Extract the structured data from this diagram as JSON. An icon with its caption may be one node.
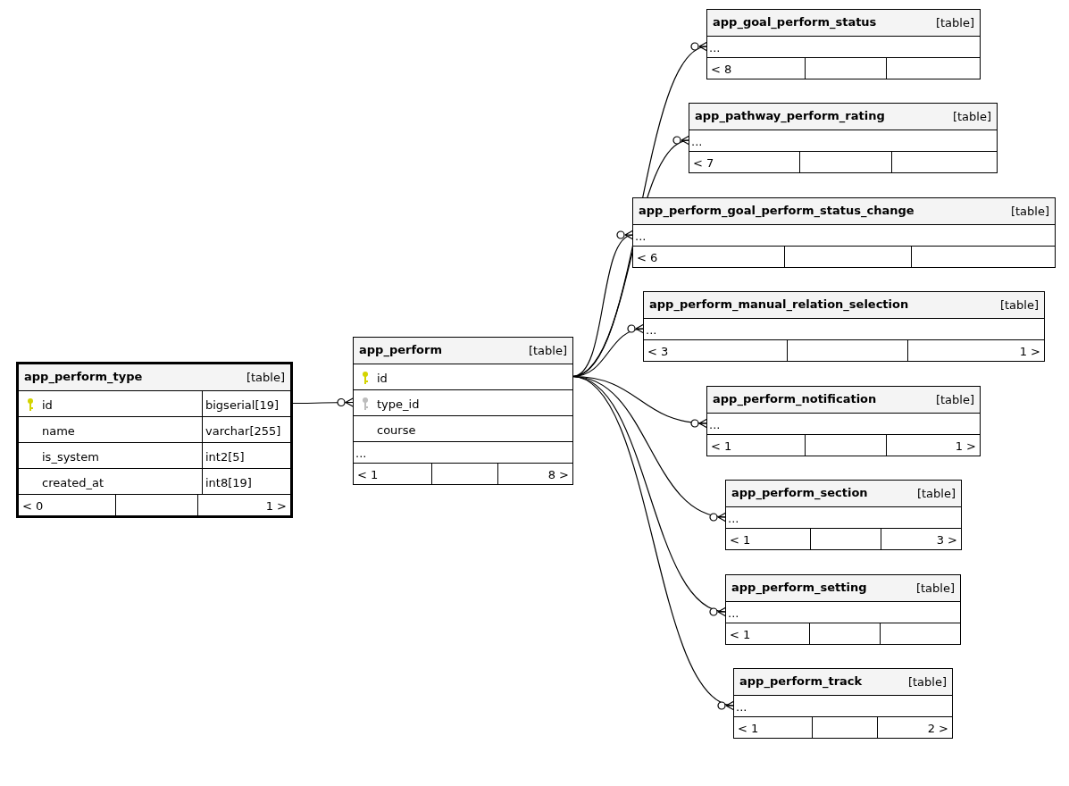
{
  "diagram": {
    "nodes": [
      {
        "text": [
          "app_perform_type",
          "[table]"
        ]
      },
      {
        "text": [
          "id",
          "bigserial[19]"
        ],
        "in": 0
      },
      {
        "text": [
          "name",
          "varchar[255]"
        ],
        "in": 0
      },
      {
        "text": [
          "is_system",
          "int2[5]"
        ],
        "in": 0
      },
      {
        "text": [
          "created_at",
          "int8[19]"
        ],
        "in": 0
      },
      {
        "text": [
          "< 0",
          "1 >"
        ],
        "in": 0
      },
      {
        "text": [
          "app_perform",
          "[table]"
        ]
      },
      {
        "text": [
          "id"
        ],
        "in": 6
      },
      {
        "text": [
          "type_id"
        ],
        "in": 6
      },
      {
        "text": [
          "course"
        ],
        "in": 6
      },
      {
        "text": [
          "..."
        ],
        "in": 6
      },
      {
        "text": [
          "< 1",
          "8 >"
        ],
        "in": 6
      },
      {
        "text": [
          "app_goal_perform_status",
          "[table]"
        ]
      },
      {
        "text": [
          "..."
        ],
        "in": 12
      },
      {
        "text": [
          "< 8"
        ],
        "in": 12
      },
      {
        "text": [
          "app_pathway_perform_rating",
          "[table]"
        ]
      },
      {
        "text": [
          "..."
        ],
        "in": 15
      },
      {
        "text": [
          "< 7"
        ],
        "in": 15
      },
      {
        "text": [
          "app_perform_goal_perform_status_change",
          "[table]"
        ]
      },
      {
        "text": [
          "..."
        ],
        "in": 18
      },
      {
        "text": [
          "< 6"
        ],
        "in": 18
      },
      {
        "text": [
          "app_perform_manual_relation_selection",
          "[table]"
        ]
      },
      {
        "text": [
          "..."
        ],
        "in": 21
      },
      {
        "text": [
          "< 3",
          "1 >"
        ],
        "in": 21
      },
      {
        "text": [
          "app_perform_notification",
          "[table]"
        ]
      },
      {
        "text": [
          "..."
        ],
        "in": 24
      },
      {
        "text": [
          "< 1",
          "1 >"
        ],
        "in": 24
      },
      {
        "text": [
          "app_perform_section",
          "[table]"
        ]
      },
      {
        "text": [
          "..."
        ],
        "in": 27
      },
      {
        "text": [
          "< 1",
          "3 >"
        ],
        "in": 27
      },
      {
        "text": [
          "app_perform_setting",
          "[table]"
        ]
      },
      {
        "text": [
          "..."
        ],
        "in": 30
      },
      {
        "text": [
          "< 1"
        ],
        "in": 30
      },
      {
        "text": [
          "app_perform_track",
          "[table]"
        ]
      },
      {
        "text": [
          "..."
        ],
        "in": 33
      },
      {
        "text": [
          "< 1",
          "2 >"
        ],
        "in": 33
      }
    ],
    "edges": [
      {
        "from": 1,
        "to": 8,
        "arrow": "other"
      },
      {
        "from": 7,
        "to": 13,
        "arrow": "other"
      },
      {
        "from": 7,
        "to": 16,
        "arrow": "other"
      },
      {
        "from": 7,
        "to": 19,
        "arrow": "other"
      },
      {
        "from": 7,
        "to": 22,
        "arrow": "other"
      },
      {
        "from": 7,
        "to": 25,
        "arrow": "other"
      },
      {
        "from": 7,
        "to": 28,
        "arrow": "other"
      },
      {
        "from": 7,
        "to": 31,
        "arrow": "other"
      },
      {
        "from": 7,
        "to": 34,
        "arrow": "other"
      }
    ]
  }
}
